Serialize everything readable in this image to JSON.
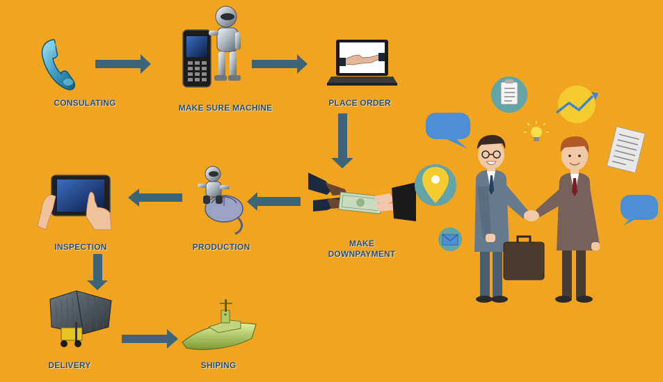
{
  "steps": [
    {
      "id": "consulting",
      "label": "CONSULATING"
    },
    {
      "id": "make-sure-machine",
      "label": "MAKE SURE MACHINE"
    },
    {
      "id": "place-order",
      "label": "PLACE ORDER"
    },
    {
      "id": "downpayment",
      "label_line1": "MAKE",
      "label_line2": "DOWNPAYMENT"
    },
    {
      "id": "production",
      "label": "PRODUCTION"
    },
    {
      "id": "inspection",
      "label": "INSPECTION"
    },
    {
      "id": "delivery",
      "label": "DELIVERY"
    },
    {
      "id": "shipping",
      "label": "SHIPING"
    }
  ],
  "icons": {
    "consulting": "telephone-handset-icon",
    "make_sure_machine": "robot-with-mobile-phone-icon",
    "place_order": "laptop-handshake-icon",
    "downpayment": "cash-handover-icon",
    "production": "robot-on-mouse-icon",
    "inspection": "tablet-touch-icon",
    "delivery": "shipping-container-forklift-icon",
    "shipping": "cargo-ship-icon",
    "illustration": "businessmen-handshake-illustration"
  },
  "colors": {
    "background": "#f0a41f",
    "arrow": "#3d6478",
    "label_text": "#27496b"
  }
}
